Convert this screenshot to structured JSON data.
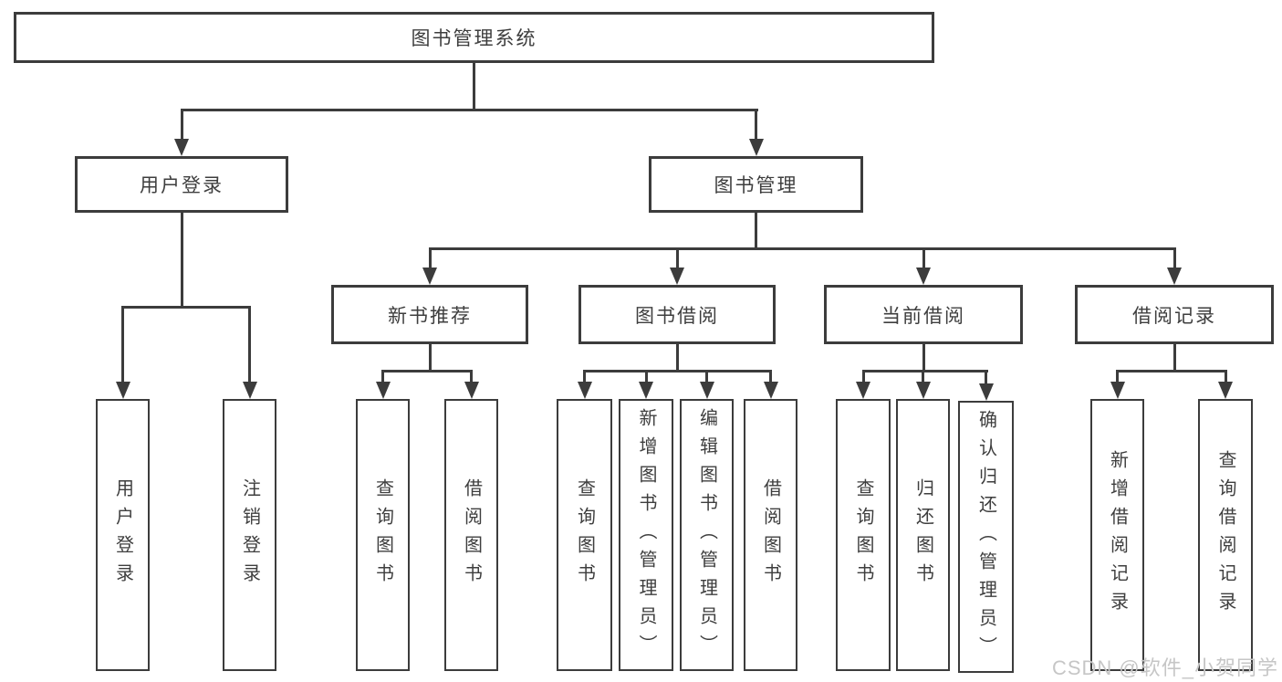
{
  "colors": {
    "line": "#3c3c3c",
    "box_border": "#3c3c3c",
    "text": "#3e3e3e",
    "background": "#ffffff",
    "watermark": "#c6c6c6"
  },
  "root": {
    "label": "图书管理系统"
  },
  "branches": [
    {
      "label": "用户登录",
      "children": [
        {
          "label": "用户登录"
        },
        {
          "label": "注销登录"
        }
      ]
    },
    {
      "label": "图书管理",
      "children": [
        {
          "label": "新书推荐",
          "children": [
            {
              "label": "查询图书"
            },
            {
              "label": "借阅图书"
            }
          ]
        },
        {
          "label": "图书借阅",
          "children": [
            {
              "label": "查询图书"
            },
            {
              "label": "新增图书（管理员）"
            },
            {
              "label": "编辑图书（管理员）"
            },
            {
              "label": "借阅图书"
            }
          ]
        },
        {
          "label": "当前借阅",
          "children": [
            {
              "label": "查询图书"
            },
            {
              "label": "归还图书"
            },
            {
              "label": "确认归还（管理员）"
            }
          ]
        },
        {
          "label": "借阅记录",
          "children": [
            {
              "label": "新增借阅记录"
            },
            {
              "label": "查询借阅记录"
            }
          ]
        }
      ]
    }
  ],
  "watermark": {
    "text": "CSDN @软件_小贺同学"
  }
}
